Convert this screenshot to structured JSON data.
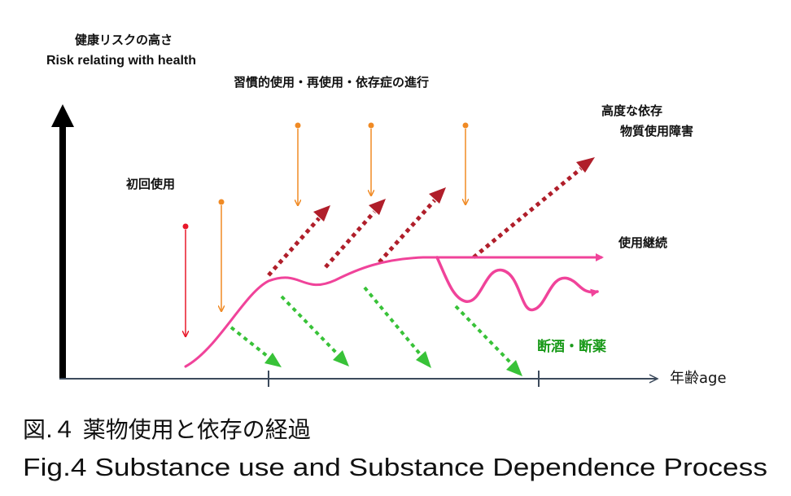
{
  "labels": {
    "y_axis_ja": "健康リスクの高さ",
    "y_axis_en": "Risk relating with health",
    "habitual": "習慣的使用・再使用・依存症の進行",
    "first_use": "初回使用",
    "severe_dependence_line1": "高度な依存",
    "severe_dependence_line2": "物質使用障害",
    "continued_use": "使用継続",
    "abstinence": "断酒・断薬",
    "x_axis": "年齢age"
  },
  "caption": {
    "ja": "図.４ 薬物使用と依存の経過",
    "en": "Fig.4 Substance use and Substance Dependence Process"
  },
  "colors": {
    "curve": "#f0439a",
    "up_arrow": "#b01e2a",
    "down_arrow": "#38c238",
    "orange_arrow": "#f08a24",
    "red_arrow": "#e8182a",
    "axis": "#000000",
    "x_axis": "#3c4a5c",
    "abstinence_text": "#1a9a1a"
  }
}
